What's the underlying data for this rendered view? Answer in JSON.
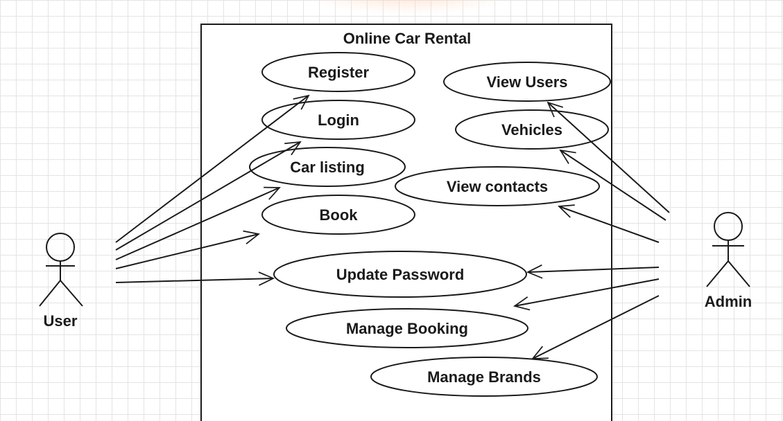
{
  "system": {
    "title": "Online Car Rental"
  },
  "actors": {
    "user": {
      "label": "User"
    },
    "admin": {
      "label": "Admin"
    }
  },
  "use_cases": {
    "register": "Register",
    "login": "Login",
    "car_listing": "Car listing",
    "book": "Book",
    "view_users": "View Users",
    "vehicles": "Vehicles",
    "view_contacts": "View contacts",
    "update_password": "Update Password",
    "manage_booking": "Manage Booking",
    "manage_brands": "Manage Brands"
  },
  "associations": [
    {
      "from": "User",
      "to": "Register"
    },
    {
      "from": "User",
      "to": "Login"
    },
    {
      "from": "User",
      "to": "Car listing"
    },
    {
      "from": "User",
      "to": "Book"
    },
    {
      "from": "User",
      "to": "Update Password"
    },
    {
      "from": "Admin",
      "to": "View Users"
    },
    {
      "from": "Admin",
      "to": "Vehicles"
    },
    {
      "from": "Admin",
      "to": "View contacts"
    },
    {
      "from": "Admin",
      "to": "Update Password"
    },
    {
      "from": "Admin",
      "to": "Manage Booking"
    },
    {
      "from": "Admin",
      "to": "Manage Brands"
    }
  ],
  "colors": {
    "line": "#1a1a1a",
    "grid": "#e4e4e4",
    "background": "#ffffff"
  }
}
